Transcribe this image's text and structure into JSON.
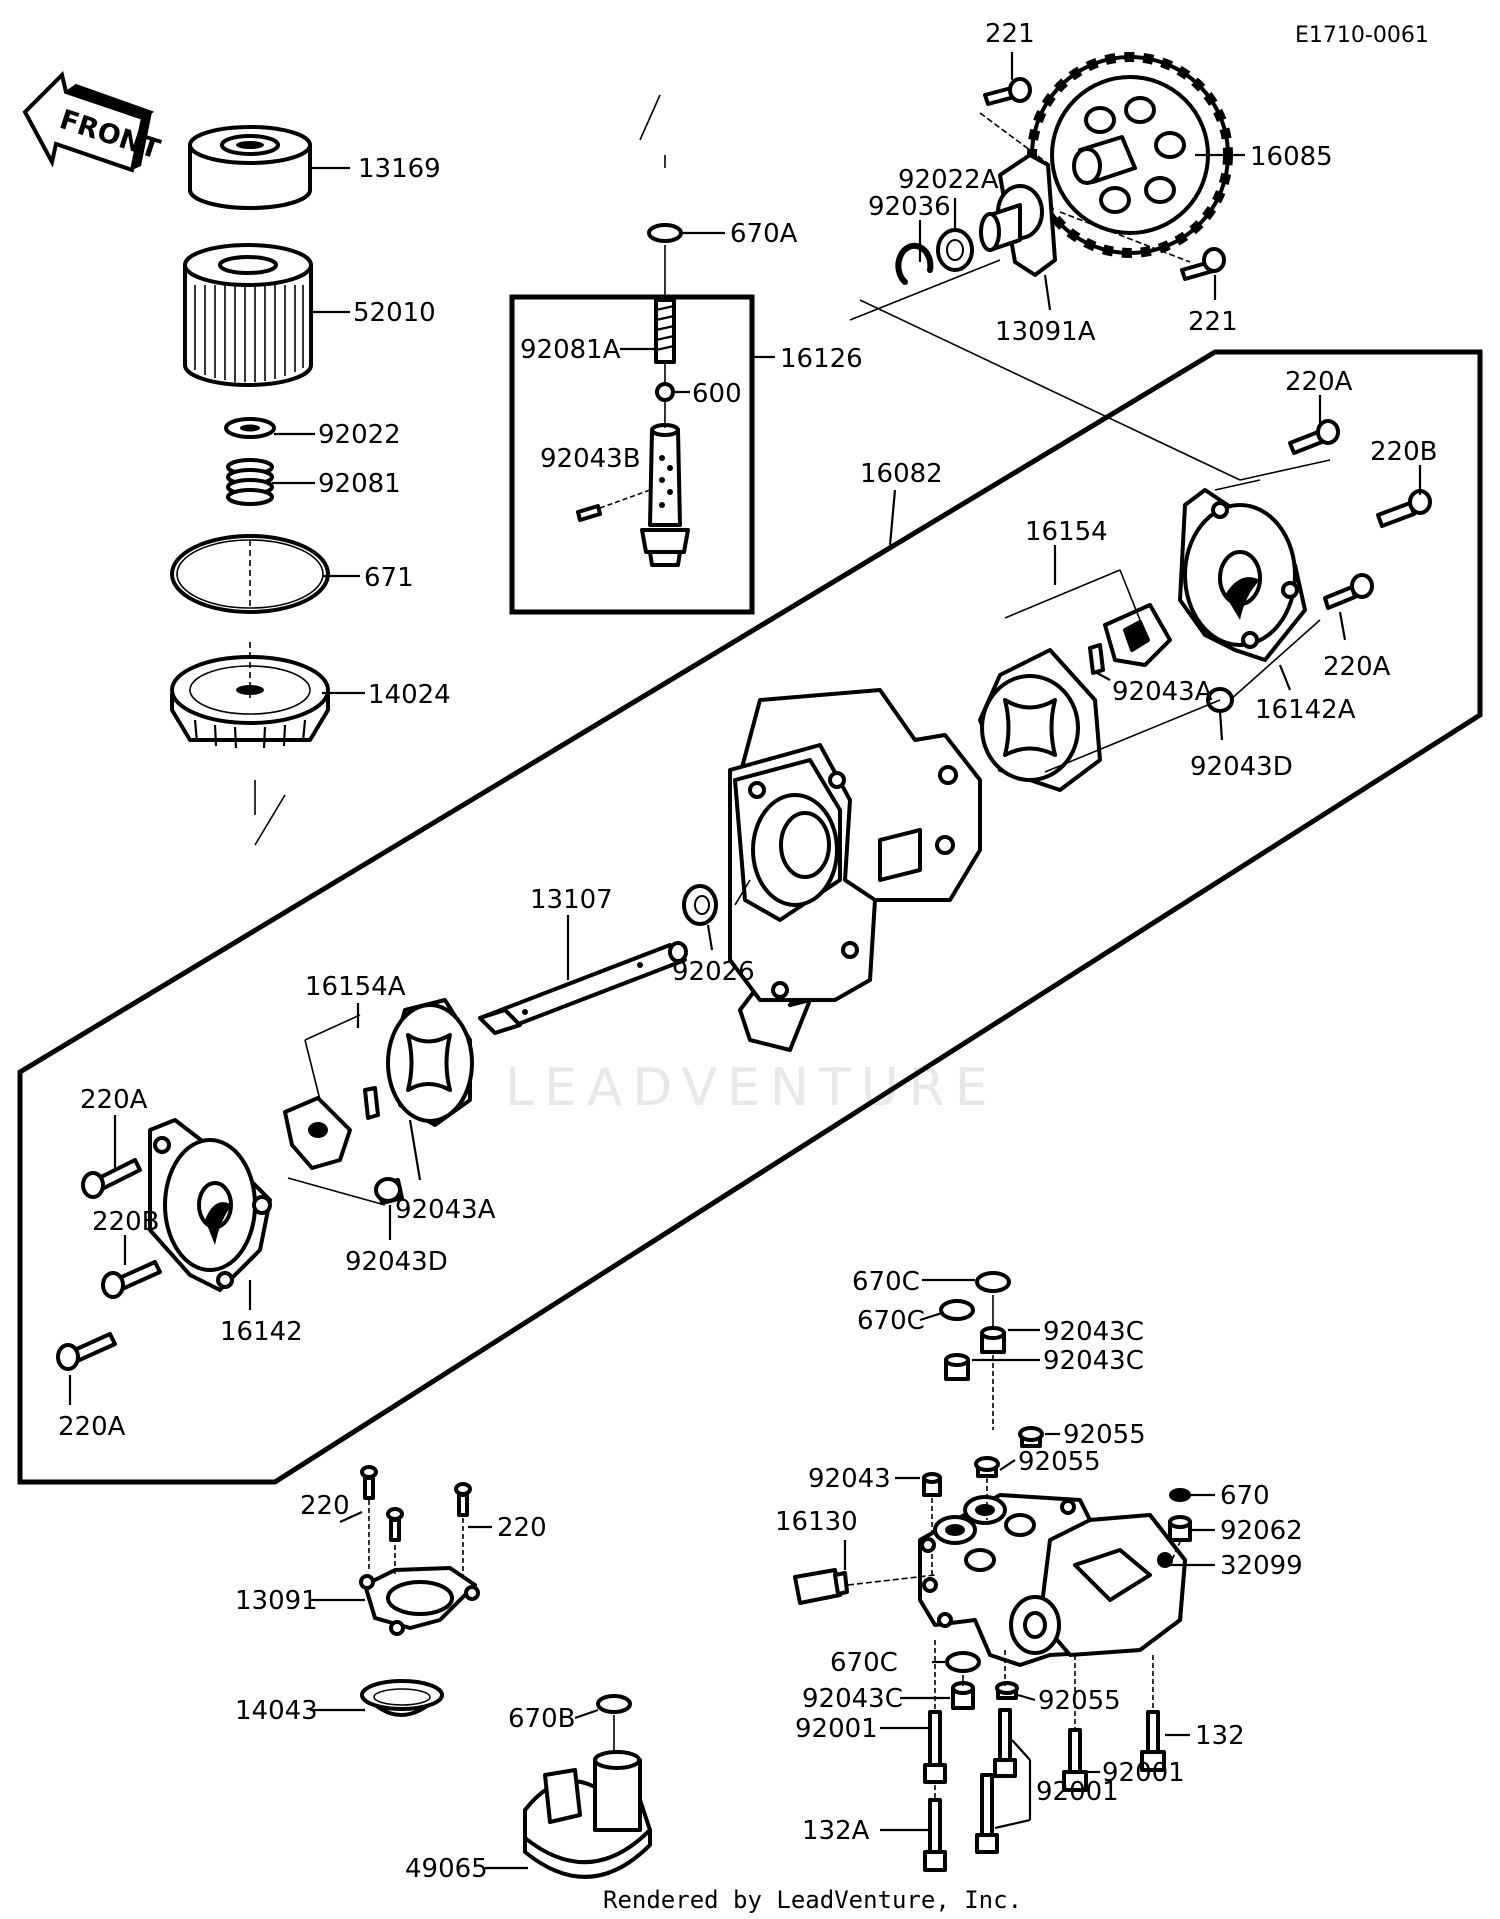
{
  "diagram_code": "E1710-0061",
  "front_label": "FRONT",
  "watermark": "LEADVENTURE",
  "footer": "Rendered by LeadVenture, Inc.",
  "labels": [
    {
      "id": "13169",
      "text": "13169"
    },
    {
      "id": "52010",
      "text": "52010"
    },
    {
      "id": "92022",
      "text": "92022"
    },
    {
      "id": "92081",
      "text": "92081"
    },
    {
      "id": "671",
      "text": "671"
    },
    {
      "id": "14024",
      "text": "14024"
    },
    {
      "id": "670A",
      "text": "670A"
    },
    {
      "id": "92081A",
      "text": "92081A"
    },
    {
      "id": "16126",
      "text": "16126"
    },
    {
      "id": "600",
      "text": "600"
    },
    {
      "id": "92043B",
      "text": "92043B"
    },
    {
      "id": "221-top",
      "text": "221"
    },
    {
      "id": "16085",
      "text": "16085"
    },
    {
      "id": "92022A",
      "text": "92022A"
    },
    {
      "id": "92036",
      "text": "92036"
    },
    {
      "id": "13091A",
      "text": "13091A"
    },
    {
      "id": "221-right",
      "text": "221"
    },
    {
      "id": "220A-tr",
      "text": "220A"
    },
    {
      "id": "220B-r",
      "text": "220B"
    },
    {
      "id": "16082",
      "text": "16082"
    },
    {
      "id": "16154",
      "text": "16154"
    },
    {
      "id": "92043A-r",
      "text": "92043A"
    },
    {
      "id": "16142A",
      "text": "16142A"
    },
    {
      "id": "220A-r",
      "text": "220A"
    },
    {
      "id": "92043D-r",
      "text": "92043D"
    },
    {
      "id": "13107",
      "text": "13107"
    },
    {
      "id": "92026",
      "text": "92026"
    },
    {
      "id": "16154A",
      "text": "16154A"
    },
    {
      "id": "220A-l1",
      "text": "220A"
    },
    {
      "id": "220B-l",
      "text": "220B"
    },
    {
      "id": "92043A-l",
      "text": "92043A"
    },
    {
      "id": "92043D-l",
      "text": "92043D"
    },
    {
      "id": "16142",
      "text": "16142"
    },
    {
      "id": "220A-l2",
      "text": "220A"
    },
    {
      "id": "670C-1",
      "text": "670C"
    },
    {
      "id": "670C-2",
      "text": "670C"
    },
    {
      "id": "92043C-1",
      "text": "92043C"
    },
    {
      "id": "92043C-2",
      "text": "92043C"
    },
    {
      "id": "92055-1",
      "text": "92055"
    },
    {
      "id": "92043",
      "text": "92043"
    },
    {
      "id": "92055-2",
      "text": "92055"
    },
    {
      "id": "670",
      "text": "670"
    },
    {
      "id": "16130",
      "text": "16130"
    },
    {
      "id": "92062",
      "text": "92062"
    },
    {
      "id": "32099",
      "text": "32099"
    },
    {
      "id": "670C-3",
      "text": "670C"
    },
    {
      "id": "92043C-3",
      "text": "92043C"
    },
    {
      "id": "92055-3",
      "text": "92055"
    },
    {
      "id": "92001-1",
      "text": "92001"
    },
    {
      "id": "132",
      "text": "132"
    },
    {
      "id": "92001-2",
      "text": "92001"
    },
    {
      "id": "92001-3",
      "text": "92001"
    },
    {
      "id": "132A",
      "text": "132A"
    },
    {
      "id": "220-l",
      "text": "220"
    },
    {
      "id": "220-r",
      "text": "220"
    },
    {
      "id": "13091",
      "text": "13091"
    },
    {
      "id": "14043",
      "text": "14043"
    },
    {
      "id": "670B",
      "text": "670B"
    },
    {
      "id": "49065",
      "text": "49065"
    }
  ]
}
